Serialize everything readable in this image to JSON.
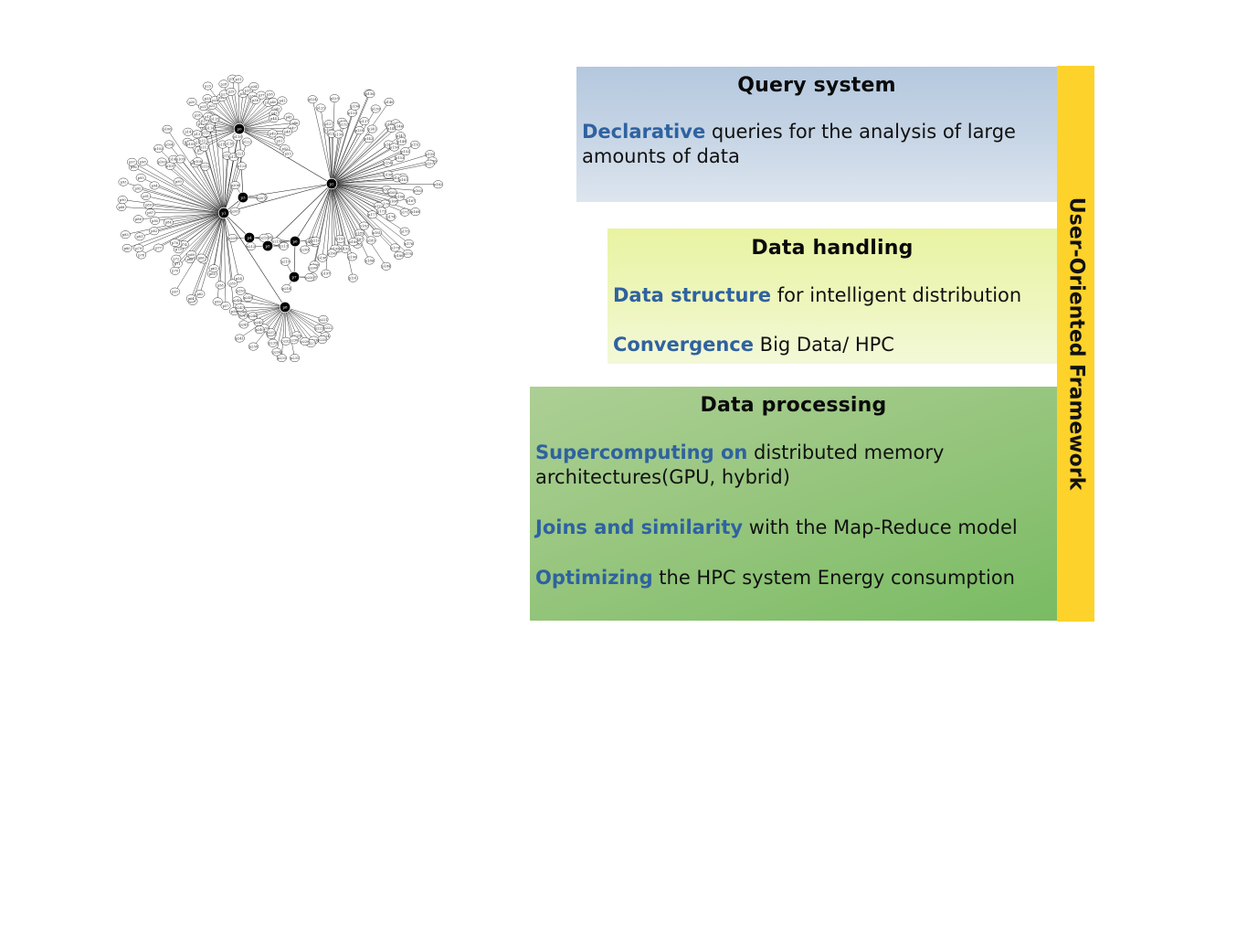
{
  "graph": {
    "description": "network graph of hub nodes with many labeled leaf nodes",
    "hubs": [
      {
        "label": "p0",
        "leaf_count": 45
      },
      {
        "label": "p1",
        "leaf_count": 70
      },
      {
        "label": "p2",
        "leaf_count": 80
      },
      {
        "label": "p3",
        "leaf_count": 4
      },
      {
        "label": "p4",
        "leaf_count": 3
      },
      {
        "label": "p5",
        "leaf_count": 3
      },
      {
        "label": "p6",
        "leaf_count": 3
      },
      {
        "label": "p7",
        "leaf_count": 4
      },
      {
        "label": "p8",
        "leaf_count": 30
      }
    ],
    "leaf_label_prefix": "p",
    "colors": {
      "hub": "#000000",
      "leaf_fill": "#ffffff",
      "edge": "#222222"
    }
  },
  "panels": {
    "query": {
      "title": "Query system",
      "items": [
        {
          "keyword": "Declarative",
          "text": " queries for the analysis of large amounts of data"
        }
      ]
    },
    "handling": {
      "title": "Data handling",
      "items": [
        {
          "keyword": "Data structure",
          "text": " for intelligent distribution"
        },
        {
          "keyword": "Convergence",
          "text": " Big Data/ HPC"
        }
      ]
    },
    "processing": {
      "title": "Data processing",
      "items": [
        {
          "keyword": "Supercomputing on",
          "text": " distributed memory architectures(GPU, hybrid)"
        },
        {
          "keyword": "Joins and similarity",
          "text": " with the Map-Reduce model"
        },
        {
          "keyword": "Optimizing",
          "text": " the HPC system Energy consumption"
        }
      ]
    }
  },
  "framework_label": "User-Oriented Framework",
  "colors": {
    "keyword": "#2f62a0",
    "query_panel": "#b4c8de",
    "handling_panel": "#e9f3a2",
    "processing_panel": "#95c57c",
    "framework_bar": "#fdd22a"
  }
}
